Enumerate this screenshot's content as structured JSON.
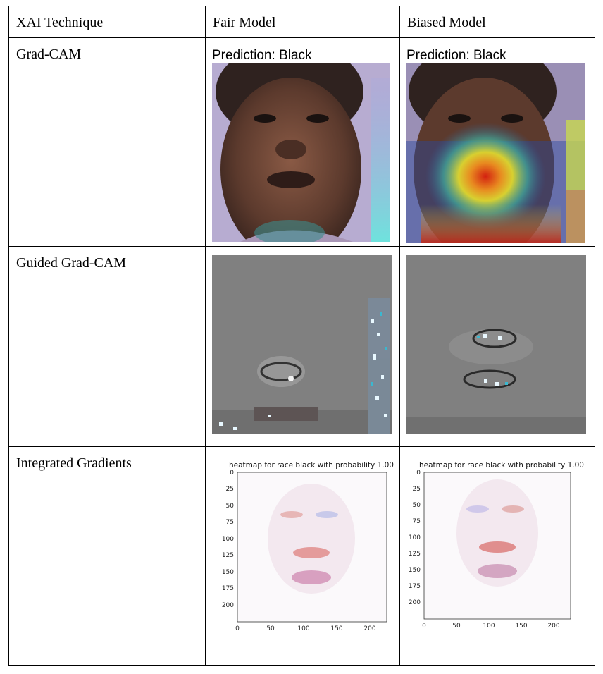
{
  "table": {
    "headers": [
      "XAI Technique",
      "Fair Model",
      "Biased Model"
    ],
    "rows": [
      {
        "technique": "Grad-CAM",
        "fair_prediction": "Prediction: Black",
        "biased_prediction": "Prediction: Black"
      },
      {
        "technique": "Guided Grad-CAM"
      },
      {
        "technique": "Integrated Gradients"
      }
    ]
  },
  "heatmap": {
    "title": "heatmap for race black with probability 1.00",
    "y_ticks": [
      "0",
      "25",
      "50",
      "75",
      "100",
      "125",
      "150",
      "175",
      "200"
    ],
    "x_ticks": [
      "0",
      "50",
      "100",
      "150",
      "200"
    ]
  },
  "colors": {
    "border": "#000000",
    "gray_background": "#808080",
    "bg_purple": "#b7acd1"
  }
}
